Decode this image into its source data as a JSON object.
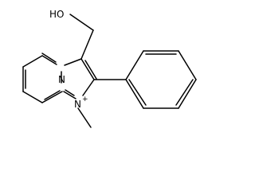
{
  "molecule": {
    "atom_labels": {
      "hydroxyl": "HO",
      "bridgehead_nitrogen": "N",
      "methyl_nitrogen": "N",
      "charge": "+"
    }
  }
}
